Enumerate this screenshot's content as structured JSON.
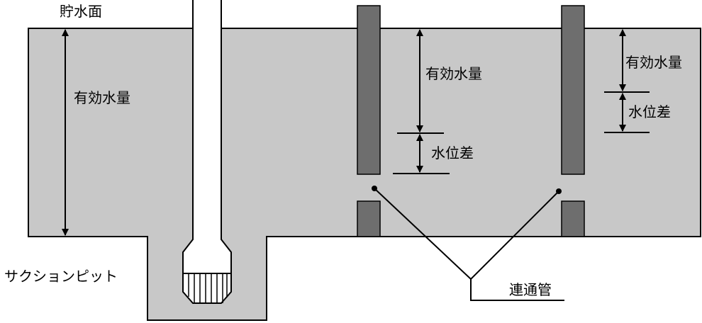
{
  "labels": {
    "storage_surface": "貯水面",
    "effective_volume_left": "有効水量",
    "effective_volume_mid": "有効水量",
    "level_diff_mid": "水位差",
    "effective_volume_right": "有効水量",
    "level_diff_right": "水位差",
    "suction_pit": "サクションピット",
    "connecting_pipe": "連通管"
  },
  "colors": {
    "water": "#c8c8c8",
    "wall": "#6e6e6e",
    "line": "#000000",
    "background": "#ffffff"
  }
}
